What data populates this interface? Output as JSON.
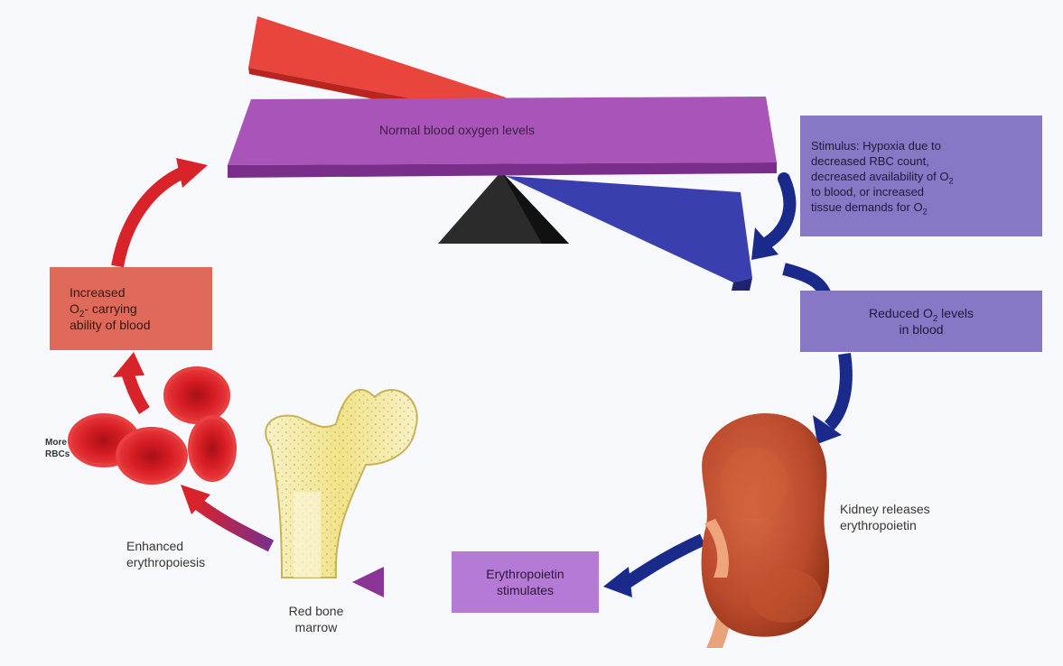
{
  "beam_label": "Normal blood oxygen levels",
  "stimulus": {
    "line1": "Stimulus: Hypoxia due to",
    "line2": "decreased RBC count,",
    "line3a": "decreased availability of  O",
    "line3sub": "2",
    "line4": "to blood, or increased",
    "line5a": "tissue demands for O",
    "line5sub": "2"
  },
  "reduced": {
    "line1a": "Reduced O",
    "line1sub": "2",
    "line1b": " levels",
    "line2": "in blood"
  },
  "kidney_label": {
    "line1": "Kidney releases",
    "line2": "erythropoietin"
  },
  "epo_box": {
    "line1": "Erythropoietin",
    "line2": "stimulates"
  },
  "marrow_label": {
    "line1": "Red bone",
    "line2": "marrow"
  },
  "enhanced_label": {
    "line1": "Enhanced",
    "line2": "erythropoiesis"
  },
  "more_rbcs": {
    "line1": "More",
    "line2": "RBCs"
  },
  "increased_box": {
    "line1": "Increased",
    "line2a": "O",
    "line2sub": "2",
    "line2b": "- carrying",
    "line3": "ability of blood"
  },
  "colors": {
    "red_arrow": "#d8232a",
    "blue_arrow": "#1a2a8a",
    "purple_box": "#8877c4",
    "violet_box": "#b57ad6",
    "red_box": "#e06a5a",
    "beam_top": "#a954b8",
    "beam_red": "#e8453c",
    "beam_blue": "#3a3fb0",
    "kidney": "#b8482a",
    "bone": "#f3e9a8"
  }
}
